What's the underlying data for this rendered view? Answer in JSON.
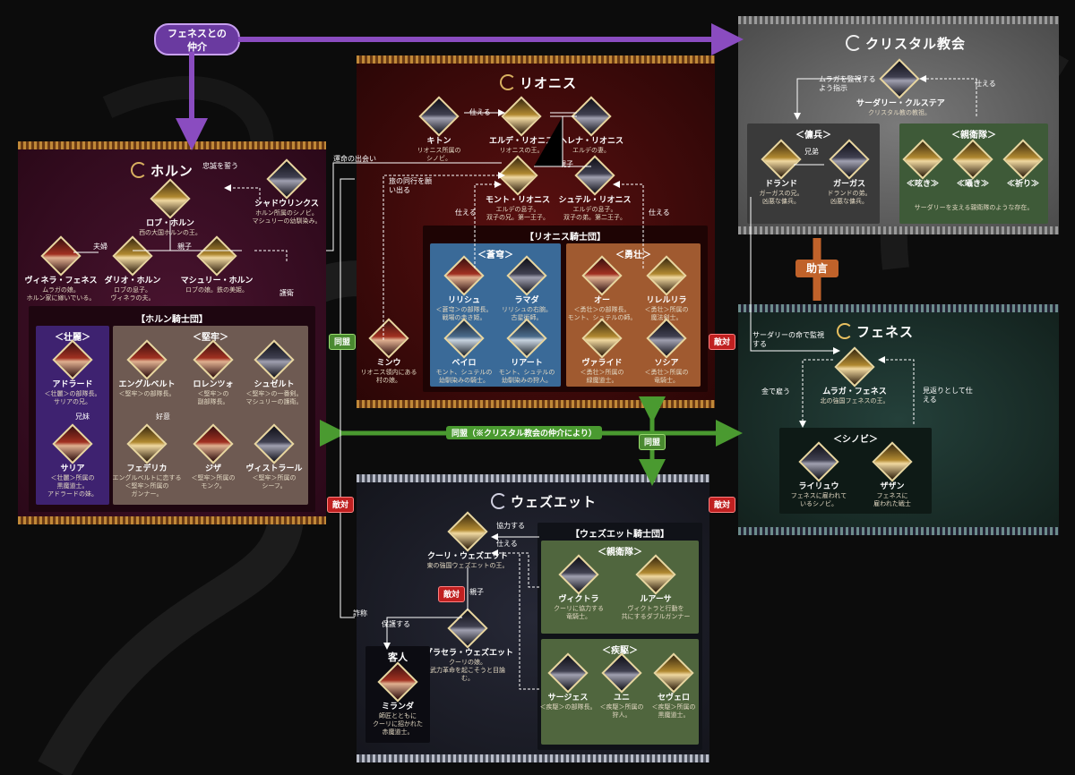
{
  "colors": {
    "horn": "#3a0c22",
    "lionis": "#3a0a0a",
    "crystal": "#6a6a6a",
    "fenes": "#1a2e2a",
    "wezet": "#1a1c26",
    "ally": "#4a9a30",
    "enemy": "#c82020",
    "purple": "#8a4cc0",
    "orange": "#c0622a"
  },
  "top_labels": {
    "fenes_intro_1": "フェネスとの",
    "fenes_intro_2": "仲介"
  },
  "horn": {
    "title": "ホルン",
    "chars": {
      "lob": {
        "name": "ロブ・ホルン",
        "desc": "西の大国ホルンの王。"
      },
      "shadow": {
        "name": "シャドウリンクス",
        "desc": "ホルン所属のシノビ。\nマシュリーの幼馴染み。"
      },
      "vina": {
        "name": "ヴィネラ・フェネス",
        "desc": "ムラガの娘。\nホルン家に嫁いでいる。"
      },
      "dario": {
        "name": "ダリオ・ホルン",
        "desc": "ロブの息子。\nヴィネラの夫。"
      },
      "mashu": {
        "name": "マシュリー・ホルン",
        "desc": "ロブの娘。鉄の美姫。"
      }
    },
    "rel": {
      "loyal": "忠誠を誓う",
      "couple": "夫婦",
      "parent": "親子",
      "escort": "護衛"
    },
    "knights": {
      "title": "【ホルン騎士団】",
      "souri": {
        "title": "＜壮麗＞",
        "adorado": {
          "name": "アドラード",
          "desc": "＜壮麗＞の部隊長。\nサリアの兄。"
        },
        "saria": {
          "name": "サリア",
          "desc": "＜壮麗＞所属の\n黒魔道士。\nアドラードの妹。"
        },
        "sibling": "兄妹"
      },
      "kenrou": {
        "title": "＜堅牢＞",
        "engel": {
          "name": "エングルベルト",
          "desc": "＜堅牢＞の部隊長。"
        },
        "lorenzo": {
          "name": "ロレンツォ",
          "desc": "＜堅牢＞の\n副部隊長。"
        },
        "schzelt": {
          "name": "シュゼルト",
          "desc": "＜堅牢＞の一番剣。\nマシュリーの護衛。"
        },
        "federica": {
          "name": "フェデリカ",
          "desc": "エングルベルトに恋する\n＜堅牢＞所属の\nガンナー。"
        },
        "jiza": {
          "name": "ジザ",
          "desc": "＜堅牢＞所属の\nモンク。"
        },
        "vistral": {
          "name": "ヴィストラール",
          "desc": "＜堅牢＞所属の\nシーフ。"
        },
        "crush": "好意"
      }
    }
  },
  "lionis": {
    "title": "リオニス",
    "chars": {
      "kiton": {
        "name": "キトン",
        "desc": "リオニス所属の\nシノビ。"
      },
      "elde": {
        "name": "エルデ・リオニス",
        "desc": "リオニスの王。"
      },
      "helena": {
        "name": "ヘレナ・リオニス",
        "desc": "エルデの妻。"
      },
      "mont": {
        "name": "モント・リオニス",
        "desc": "エルデの息子。\n双子の兄。第一王子。"
      },
      "schtel": {
        "name": "シュテル・リオニス",
        "desc": "エルデの息子。\n双子の弟。第二王子。"
      },
      "minu": {
        "name": "ミンウ",
        "desc": "リオニス領内にある\n村の娘。"
      }
    },
    "rel": {
      "serve": "仕える",
      "parent": "親子",
      "serve_l": "仕える",
      "serve_r": "仕える",
      "journey": "旅の同行を願い出る",
      "fate": "運命の出会い"
    },
    "knights": {
      "title": "【リオニス騎士団】",
      "soukyu": {
        "title": "＜蒼穹＞",
        "lilish": {
          "name": "リリシュ",
          "desc": "＜蒼穹＞の部隊長。\n戦場の赤き姫。"
        },
        "ramada": {
          "name": "ラマダ",
          "desc": "リリシュの右腕。\n古星術師。"
        },
        "beiro": {
          "name": "ベイロ",
          "desc": "モント、シュテルの\n幼馴染みの騎士。"
        },
        "liart": {
          "name": "リアート",
          "desc": "モント、シュテルの\n幼馴染みの狩人。"
        }
      },
      "yuusou": {
        "title": "＜勇壮＞",
        "oh": {
          "name": "オー",
          "desc": "＜勇壮＞の部隊長。\nモント、シュテルの師。"
        },
        "lilelilla": {
          "name": "リレルリラ",
          "desc": "＜勇壮＞所属の\n魔法剣士。"
        },
        "vaaride": {
          "name": "ヴァライド",
          "desc": "＜勇壮＞所属の\n緑魔道士。"
        },
        "sonia": {
          "name": "ソシア",
          "desc": "＜勇壮＞所属の\n竜騎士。"
        }
      }
    }
  },
  "crystal": {
    "title": "クリスタル教会",
    "sadaly": {
      "name": "サーダリー・クルステア",
      "desc": "クリスタル教の教祖。"
    },
    "watch": "ムラガを監視するよう指示",
    "serve": "仕える",
    "mercs": {
      "title": "＜傭兵＞",
      "dorand": {
        "name": "ドランド",
        "desc": "ガーガスの兄。\n凶悪な傭兵。"
      },
      "gargas": {
        "name": "ガーガス",
        "desc": "ドランドの弟。\n凶悪な傭兵。"
      },
      "bro": "兄弟"
    },
    "guard": {
      "title": "＜親衛隊＞",
      "m1": "≪呟き≫",
      "m2": "≪囁き≫",
      "m3": "≪祈り≫",
      "desc": "サーダリーを支える親衛隊のような存在。"
    }
  },
  "fenes": {
    "title": "フェネス",
    "muraga": {
      "name": "ムラガ・フェネス",
      "desc": "北の強国フェネスの王。"
    },
    "order": "サーダリーの命で監視する",
    "hire": "金で雇う",
    "return": "見返りとして仕える",
    "shinobi": {
      "title": "＜シノビ＞",
      "raiyu": {
        "name": "ライリュウ",
        "desc": "フェネスに雇われて\nいるシノビ。"
      },
      "zazan": {
        "name": "ザザン",
        "desc": "フェネスに\n雇われた戦士"
      }
    }
  },
  "wezet": {
    "title": "ウェズエット",
    "kuri": {
      "name": "クーリ・ウェズエット",
      "desc": "東の強国ウェズエットの王。"
    },
    "grasera": {
      "name": "グラセラ・ウェズエット",
      "desc": "クーリの娘。\n武力革命を起こそうと目論む。"
    },
    "guest": {
      "title": "客人",
      "miranda": {
        "name": "ミランダ",
        "desc": "師匠とともに\nクーリに招かれた\n赤魔道士。"
      }
    },
    "rel": {
      "coop": "協力する",
      "serve": "仕える",
      "parent": "親子",
      "protect": "保護する",
      "fraud": "詐称"
    },
    "knights": {
      "title": "【ウェズエット騎士団】",
      "guard": {
        "title": "＜親衛隊＞",
        "victra": {
          "name": "ヴィクトラ",
          "desc": "クーリに協力する\n竜騎士。"
        },
        "luasa": {
          "name": "ルアーサ",
          "desc": "ヴィクトラと行動を\n共にするダブルガンナー"
        }
      },
      "shikku": {
        "title": "＜疾駆＞",
        "sages": {
          "name": "サージェス",
          "desc": "＜疾駆＞の部隊長。"
        },
        "yuni": {
          "name": "ユニ",
          "desc": "＜疾駆＞所属の\n狩人。"
        },
        "sevelo": {
          "name": "セヴェロ",
          "desc": "＜疾駆＞所属の\n黒魔道士。"
        }
      }
    }
  },
  "relations": {
    "ally": "同盟",
    "enemy": "敵対",
    "advice": "助言",
    "ally_crystal": "同盟（※クリスタル教会の仲介により）"
  }
}
